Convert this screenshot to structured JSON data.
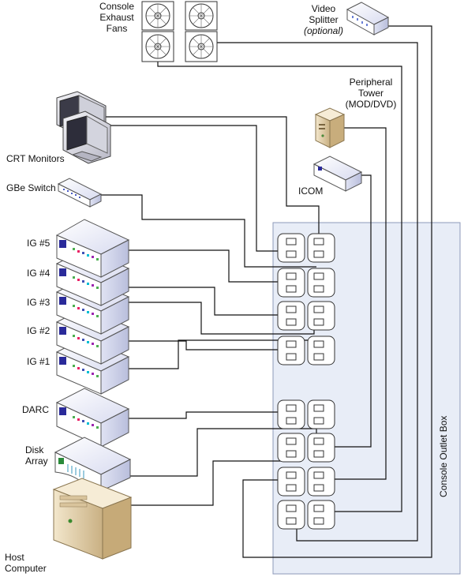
{
  "diagram": {
    "outlet_box_label": "Console Outlet Box",
    "labels": {
      "fans": [
        "Console",
        "Exhaust",
        "Fans"
      ],
      "splitter": [
        "Video",
        "Splitter",
        "(optional)"
      ],
      "tower": [
        "Peripheral",
        "Tower",
        "(MOD/DVD)"
      ],
      "crt": "CRT Monitors",
      "gbe": "GBe Switch",
      "icom": "ICOM",
      "ig5": "IG #5",
      "ig4": "IG #4",
      "ig3": "IG #3",
      "ig2": "IG #2",
      "ig1": "IG #1",
      "darc": "DARC",
      "disk": [
        "Disk",
        "Array"
      ],
      "host": [
        "Host",
        "Computer"
      ]
    }
  },
  "colors": {
    "outlet_box_fill": "#e8edf7",
    "outlet_box_stroke": "#8c99b8",
    "device_top": "#eef0fb",
    "device_front": "#ffffff",
    "device_side": "#d9dcee",
    "device_screen": "#2a2a9a",
    "beige": "#e8d6b0"
  }
}
